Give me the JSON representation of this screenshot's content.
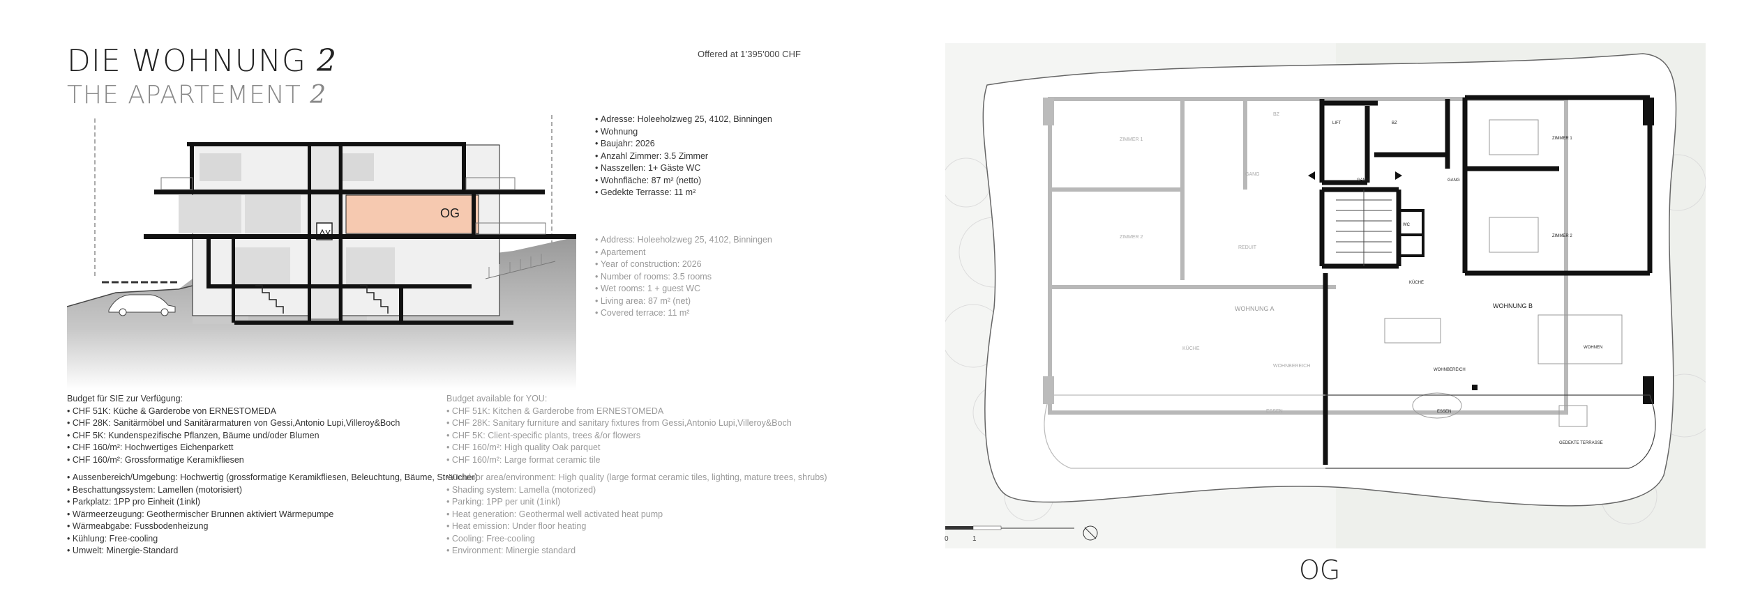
{
  "header": {
    "title_de": "DIE WOHNUNG",
    "title_en": "THE APARTEMENT",
    "number": "2",
    "offer": "Offered at 1’395’000 CHF"
  },
  "section": {
    "og_label": "OG"
  },
  "facts_de": [
    "Adresse: Holeeholzweg 25, 4102, Binningen",
    "Wohnung",
    "Baujahr: 2026",
    "Anzahl Zimmer: 3.5 Zimmer",
    "Nasszellen: 1+ Gäste WC",
    "Wohnfläche: 87 m² (netto)",
    "Gedekte Terrasse:  11 m²"
  ],
  "facts_en": [
    "Address: Holeeholzweg 25, 4102, Binningen",
    "Apartement",
    "Year of construction: 2026",
    "Number of rooms: 3.5 rooms",
    "Wet rooms: 1 + guest WC",
    "Living area: 87 m² (net)",
    "Covered terrace: 11 m²"
  ],
  "budget_de": {
    "heading": "Budget für SIE zur Verfügung:",
    "items": [
      "CHF 51K: Küche & Garderobe von ERNESTOMEDA",
      "CHF 28K: Sanitärmöbel und Sanitärarmaturen von Gessi,Antonio Lupi,Villeroy&Boch",
      "CHF 5K: Kundenspezifische Pflanzen, Bäume und/oder Blumen",
      "CHF 160/m²: Hochwertiges Eichenparkett",
      "CHF 160/m²: Grossformatige Keramikfliesen"
    ],
    "extras": [
      "Aussenbereich/Umgebung: Hochwertig (grossformatige Keramikfliesen, Beleuchtung, Bäume, Sträucher)",
      "Beschattungssystem: Lamellen (motorisiert)",
      "Parkplatz: 1PP pro Einheit (1inkl)",
      "Wärmeerzeugung: Geothermischer Brunnen aktiviert Wärmepumpe",
      "Wärmeabgabe: Fussbodenheizung",
      "Kühlung: Free-cooling",
      "Umwelt: Minergie-Standard"
    ]
  },
  "budget_en": {
    "heading": "Budget available for YOU:",
    "items": [
      "CHF 51K: Kitchen & Garderobe from ERNESTOMEDA",
      "CHF 28K: Sanitary furniture and sanitary fixtures from Gessi,Antonio Lupi,Villeroy&Boch",
      "CHF 5K: Client-specific plants, trees &/or flowers",
      "CHF 160/m²: High quality Oak parquet",
      "CHF 160/m²: Large format ceramic tile"
    ],
    "extras": [
      "Outdoor area/environment: High quality (large format ceramic tiles, lighting, mature trees, shrubs)",
      "Shading system: Lamella (motorized)",
      "Parking: 1PP per unit (1inkl)",
      "Heat generation: Geothermal well activated heat pump",
      "Heat emission: Under floor heating",
      "Cooling: Free-cooling",
      "Environment: Minergie standard"
    ]
  },
  "plan": {
    "wohnung_a": "WOHNUNG A",
    "wohnung_b": "WOHNUNG B",
    "plan_title": "OG",
    "scale_start": "0",
    "scale_end": "1",
    "rooms": {
      "zimmer1": "ZIMMER 1",
      "zimmer2": "ZIMMER 2",
      "zimmer1_a": "ZIMMER 1",
      "zimmer2_a": "ZIMMER 2",
      "bz": "BZ",
      "lift": "LIFT",
      "gang": "GANG",
      "wc": "WC",
      "kueche": "KÜCHE",
      "wohnen": "WOHNEN",
      "wohnbereich": "WOHNBEREICH",
      "essen": "ESSEN",
      "terrasse": "GEDEKTE TERRASSE",
      "reduit": "REDUIT"
    }
  }
}
